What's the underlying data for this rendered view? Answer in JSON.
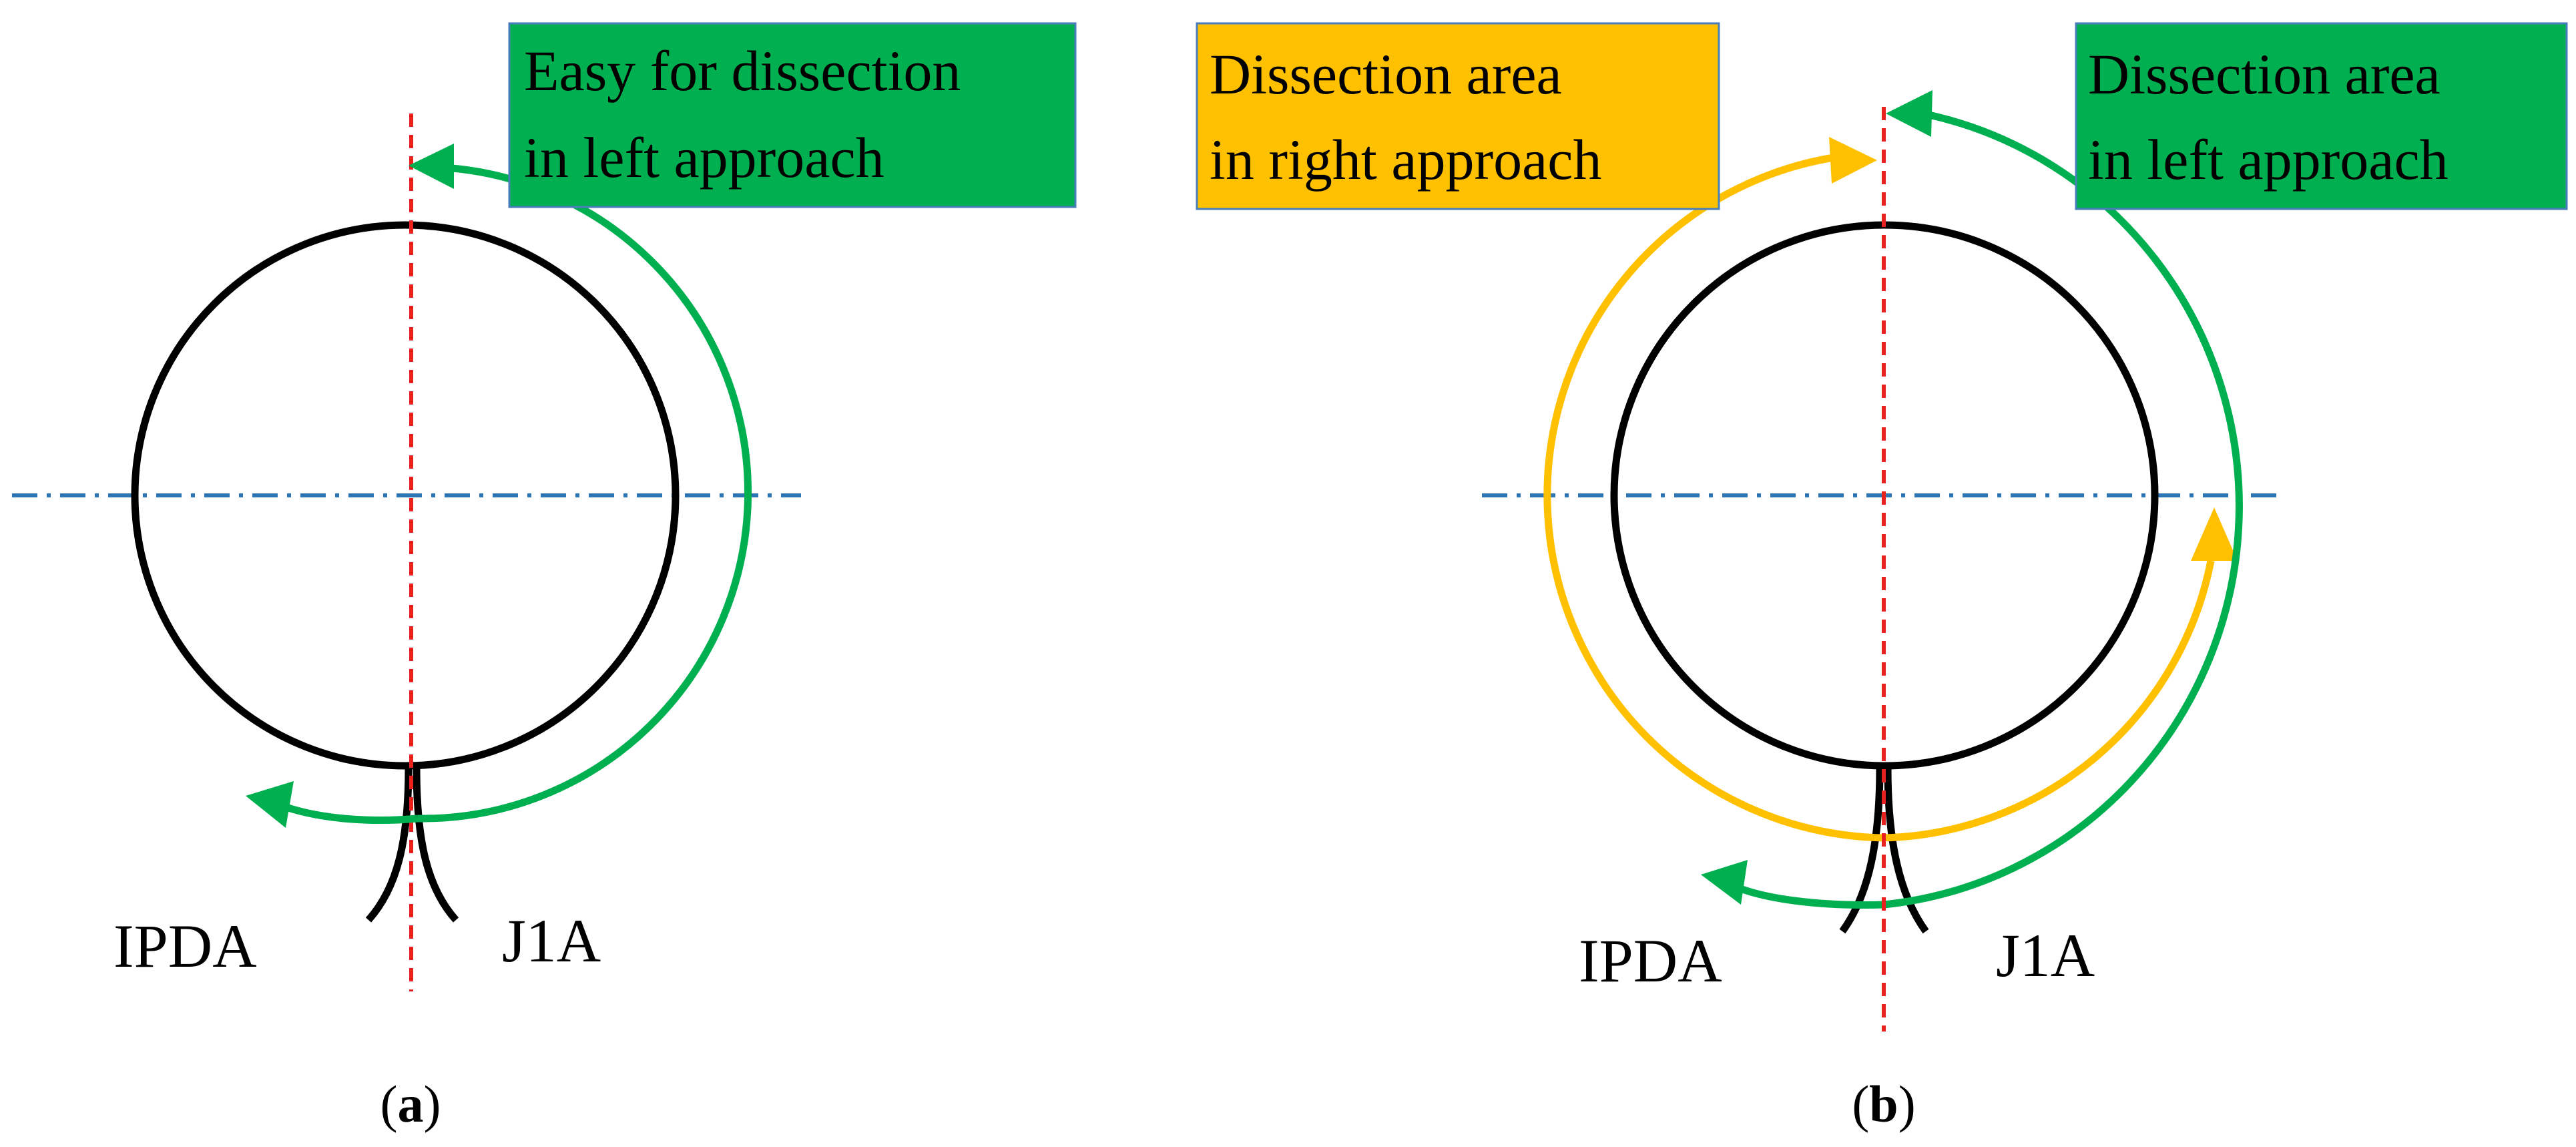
{
  "colors": {
    "green": "#00B050",
    "yellow": "#FFC000",
    "red_axis": "#E8231F",
    "blue_axis": "#2E75B6",
    "circle": "#000000",
    "box_border": "#4A7EBB"
  },
  "panels": [
    {
      "caption": "(a)",
      "caption_bold": "a",
      "label_left": "IPDA",
      "label_right": "J1A",
      "boxes": [
        {
          "line1": "Easy for dissection",
          "line2": "in left approach",
          "color": "green"
        }
      ]
    },
    {
      "caption": "(b)",
      "caption_bold": "b",
      "label_left": "IPDA",
      "label_right": "J1A",
      "boxes": [
        {
          "line1": "Dissection area",
          "line2": "in right approach",
          "color": "yellow"
        },
        {
          "line1": "Dissection area",
          "line2": "in left approach",
          "color": "green"
        }
      ]
    }
  ]
}
